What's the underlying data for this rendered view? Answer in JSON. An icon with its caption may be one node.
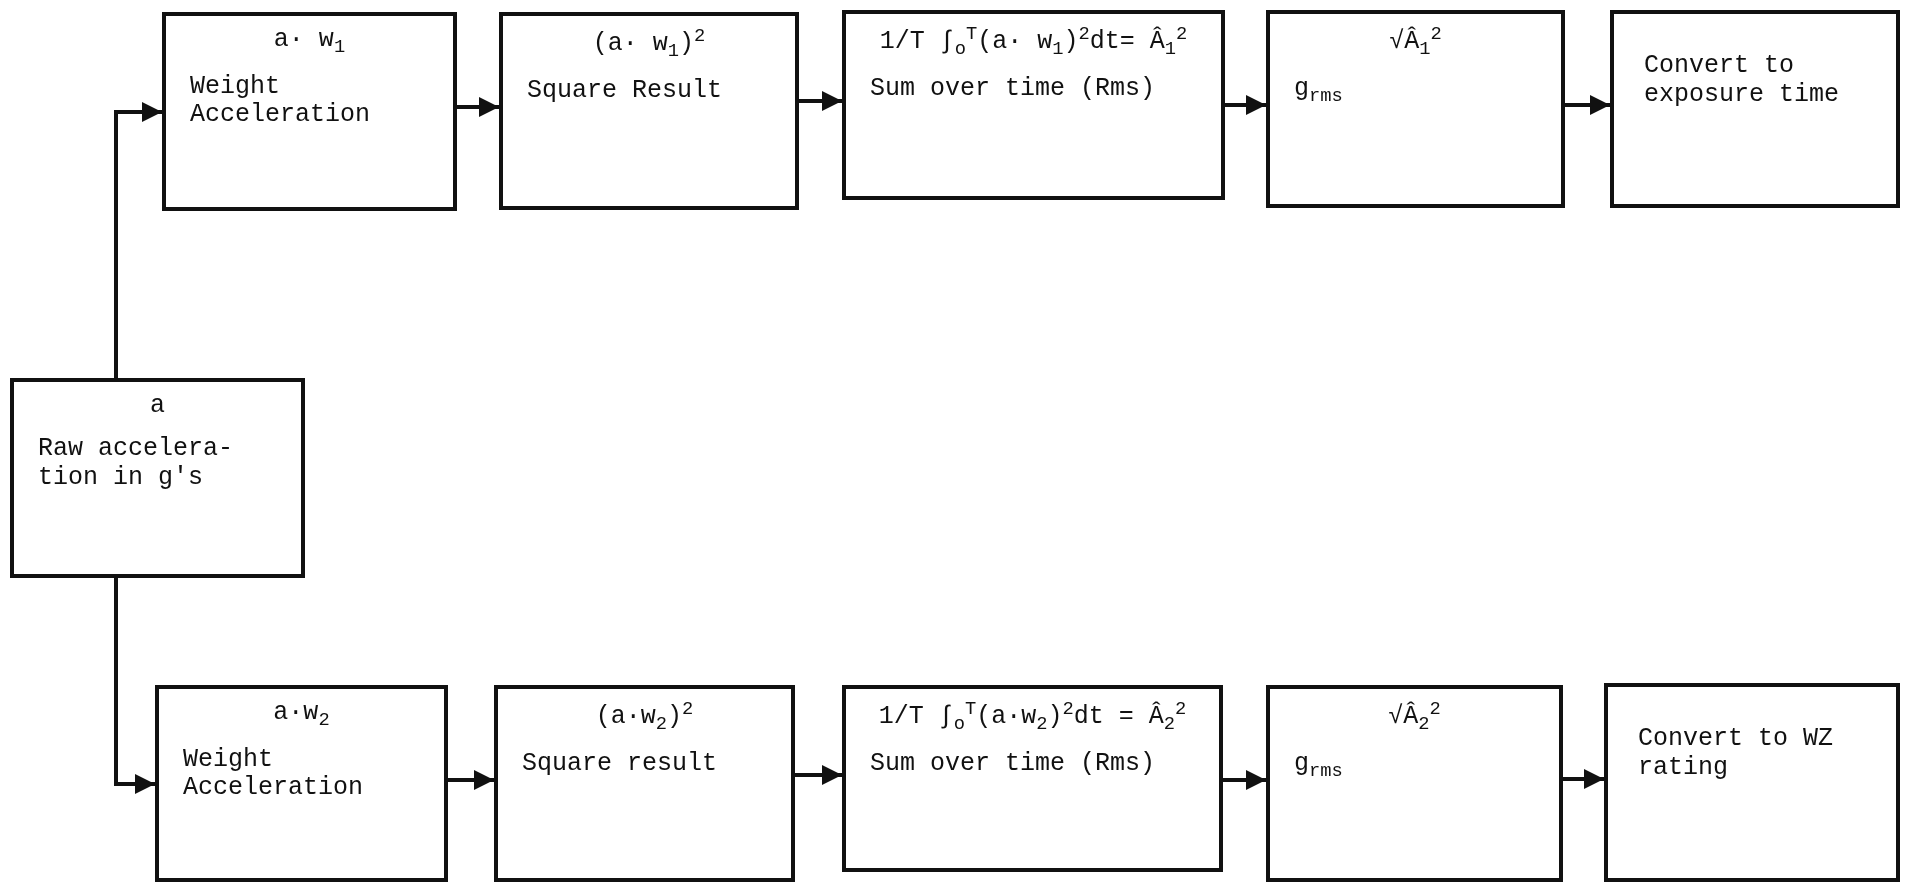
{
  "diagram": {
    "nodes": [
      {
        "text": [
          "a· w$_{1}$",
          "Weight Acceleration"
        ]
      },
      {
        "text": [
          "(a· w$_{1}$)$^{2}$",
          "Square Result"
        ]
      },
      {
        "text": [
          "1/T ∫$_{o}$$^{T}$(a· w$_{1}$)$^{2}$dt= Â$_{1}$$^{2}$",
          "Sum over time (Rms)"
        ]
      },
      {
        "text": [
          "√Â$_{1}$$^{2}$",
          "g$_{rms}$"
        ]
      },
      {
        "text": [
          "Convert to exposure time"
        ]
      },
      {
        "text": [
          "a",
          "Raw accelera- tion in g's"
        ]
      },
      {
        "text": [
          "a·w$_{2}$",
          "Weight Acceleration"
        ]
      },
      {
        "text": [
          "(a·w$_{2}$)$^{2}$",
          "Square result"
        ]
      },
      {
        "text": [
          "1/T ∫$_{o}$$^{T}$(a·w$_{2}$)$^{2}$dt = Â$_{2}$$^{2}$",
          "Sum over time (Rms)"
        ]
      },
      {
        "text": [
          "√Â$_{2}$$^{2}$",
          "g$_{rms}$"
        ]
      },
      {
        "text": [
          "Convert to WZ rating"
        ]
      }
    ],
    "edges": [
      {
        "from": 5,
        "to": 0,
        "arrow": "to"
      },
      {
        "from": 0,
        "to": 1,
        "arrow": "to"
      },
      {
        "from": 1,
        "to": 2,
        "arrow": "to"
      },
      {
        "from": 2,
        "to": 3,
        "arrow": "to"
      },
      {
        "from": 3,
        "to": 4,
        "arrow": "to"
      },
      {
        "from": 5,
        "to": 6,
        "arrow": "to"
      },
      {
        "from": 6,
        "to": 7,
        "arrow": "to"
      },
      {
        "from": 7,
        "to": 8,
        "arrow": "to"
      },
      {
        "from": 8,
        "to": 9,
        "arrow": "to"
      },
      {
        "from": 9,
        "to": 10,
        "arrow": "to"
      }
    ]
  }
}
